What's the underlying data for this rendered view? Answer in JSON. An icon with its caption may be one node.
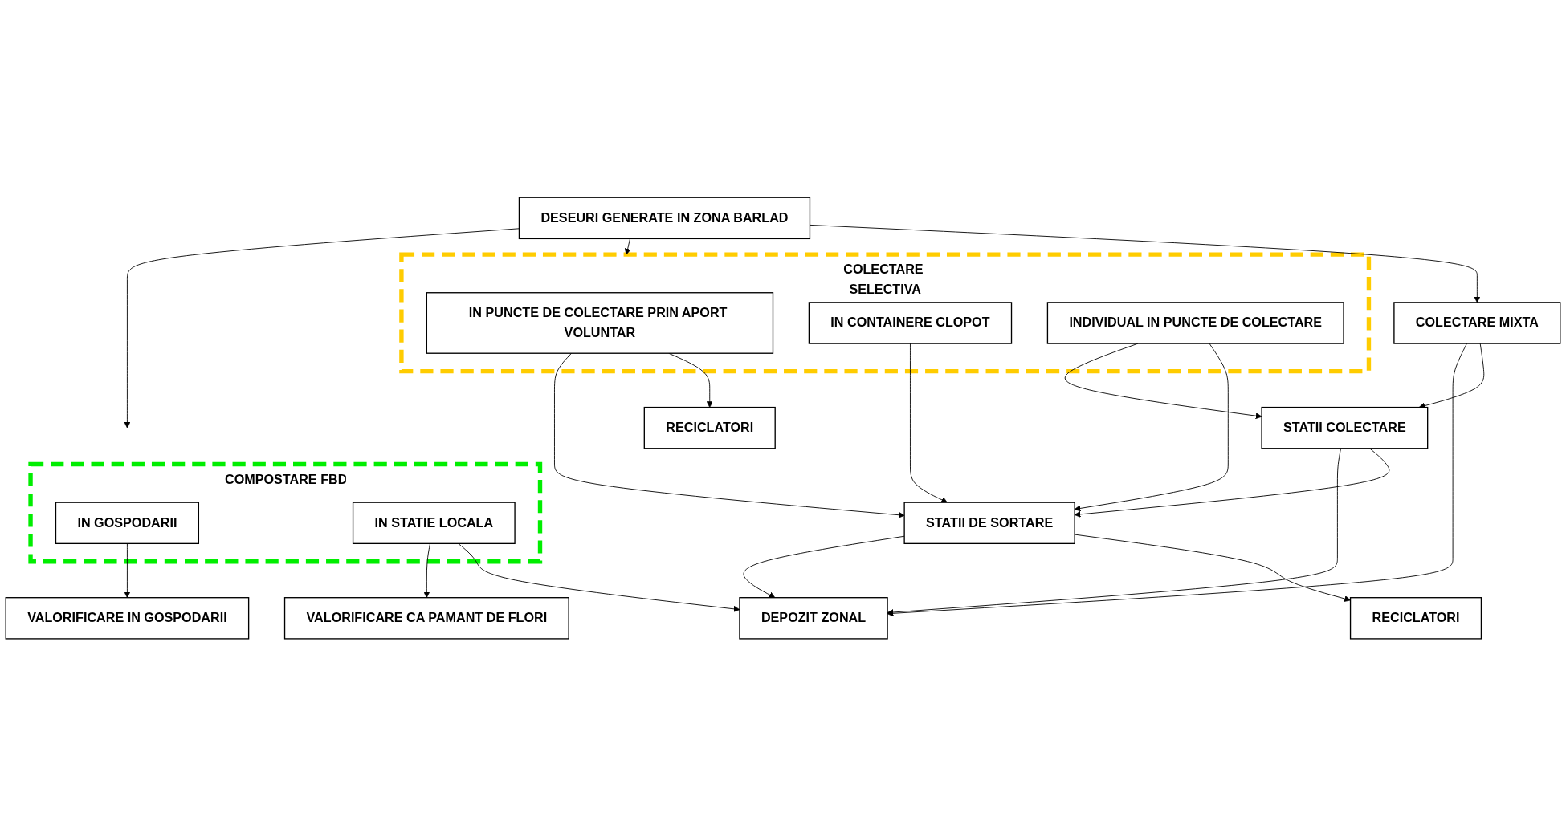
{
  "diagram": {
    "nodes": [
      {
        "text": [
          "DESEURI GENERATE IN ZONA BARLAD"
        ]
      },
      {
        "text": [
          "COLECTARE SELECTIVA"
        ]
      },
      {
        "text": [
          "IN PUNCTE DE COLECTARE PRIN APORT VOLUNTAR"
        ],
        "in": 1
      },
      {
        "text": [
          "IN CONTAINERE CLOPOT"
        ],
        "in": 1
      },
      {
        "text": [
          "INDIVIDUAL IN PUNCTE DE COLECTARE"
        ],
        "in": 1
      },
      {
        "text": [
          "COLECTARE MIXTA"
        ]
      },
      {
        "text": [
          "STATII COLECTARE"
        ]
      },
      {
        "text": [
          "COMPOSTARE FBD"
        ]
      },
      {
        "text": [
          "IN GOSPODARII"
        ],
        "in": 7
      },
      {
        "text": [
          "IN STATIE LOCALA"
        ],
        "in": 7
      },
      {
        "text": [
          "STATII DE SORTARE"
        ]
      },
      {
        "text": [
          "VALORIFICARE IN GOSPODARII"
        ]
      },
      {
        "text": [
          "VALORIFICARE CA PAMANT DE FLORI"
        ]
      },
      {
        "text": [
          "RECICLATORI"
        ]
      },
      {
        "text": [
          "RECICLATORI"
        ]
      },
      {
        "text": [
          "DEPOZIT ZONAL"
        ]
      }
    ],
    "edges": [
      {
        "from": 0,
        "to": 1,
        "arrow": "to"
      },
      {
        "from": 0,
        "to": 5,
        "arrow": "to"
      },
      {
        "from": 0,
        "to": 7,
        "arrow": "to"
      },
      {
        "from": 2,
        "to": 13,
        "arrow": "to"
      },
      {
        "from": 2,
        "to": 10,
        "arrow": "to"
      },
      {
        "from": 3,
        "to": 10,
        "arrow": "to"
      },
      {
        "from": 4,
        "to": 10,
        "arrow": "to"
      },
      {
        "from": 4,
        "to": 6,
        "arrow": "to"
      },
      {
        "from": 5,
        "to": 6,
        "arrow": "to"
      },
      {
        "from": 6,
        "to": 10,
        "arrow": "to"
      },
      {
        "from": 6,
        "to": 15,
        "arrow": "to"
      },
      {
        "from": 5,
        "to": 15,
        "arrow": "to"
      },
      {
        "from": 10,
        "to": 14,
        "arrow": "to"
      },
      {
        "from": 10,
        "to": 15,
        "arrow": "to"
      },
      {
        "from": 8,
        "to": 11,
        "arrow": "to"
      },
      {
        "from": 9,
        "to": 15,
        "arrow": "to"
      },
      {
        "from": 9,
        "to": 12,
        "arrow": "to"
      }
    ]
  }
}
